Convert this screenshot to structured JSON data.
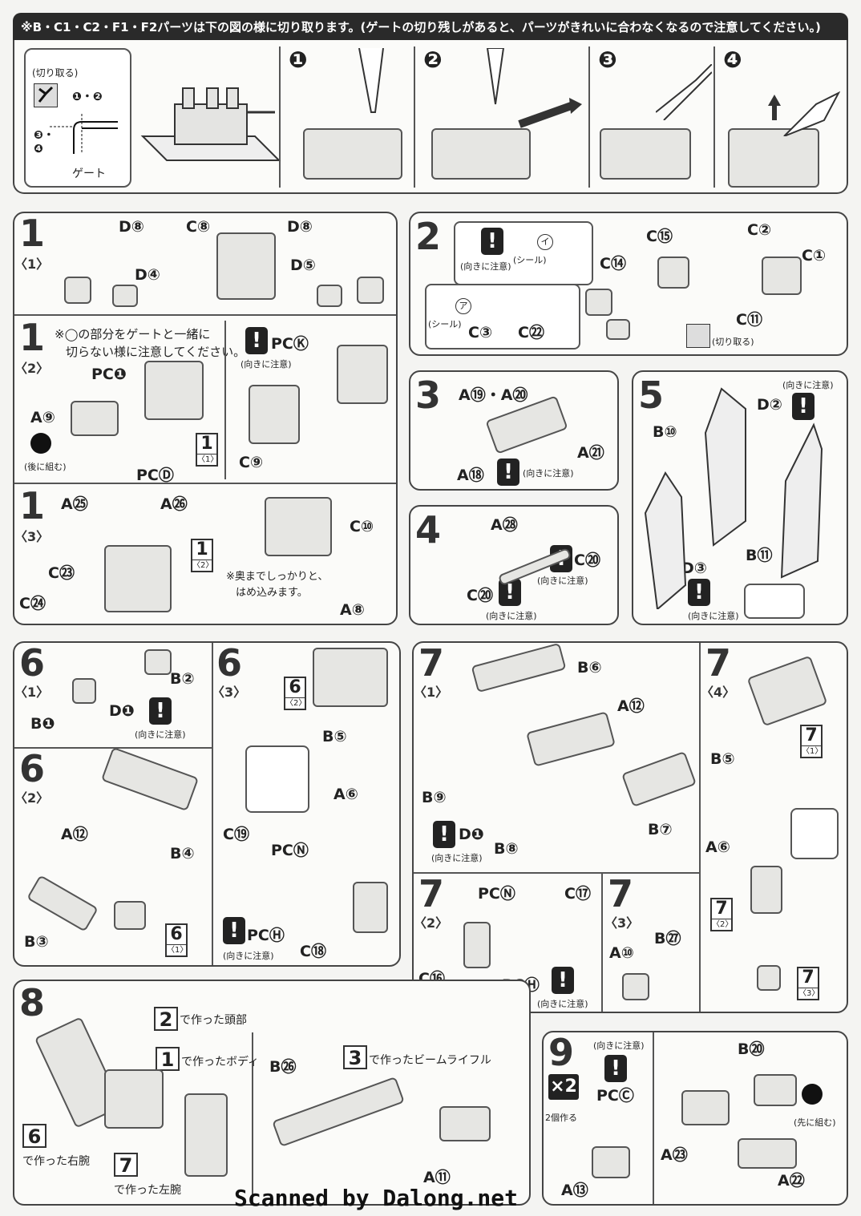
{
  "header": {
    "note": "※B・C1・C2・F1・F2パーツは下の図の様に切り取ります。(ゲートの切り残しがあると、パーツがきれいに合わなくなるので注意してください。)"
  },
  "cutting": {
    "cut_label": "(切り取る)",
    "steps12": "❶・❷",
    "steps34": "❸・❹",
    "gate_label": "ゲート",
    "panels": [
      "❶",
      "❷",
      "❸",
      "❹"
    ]
  },
  "common": {
    "caution": "(向きに注意)",
    "seal": "(シール)",
    "cut": "(切り取る)",
    "back": "(後に組む)",
    "first": "(先に組む)",
    "warn": "!"
  },
  "s1_1": {
    "num": "1",
    "sub": "〈1〉",
    "labels": [
      "D⑧",
      "D④",
      "C⑧",
      "D⑧",
      "D⑤"
    ]
  },
  "s1_2": {
    "num": "1",
    "sub": "〈2〉",
    "note1": "※◯の部分をゲートと一緒に",
    "note2": "切らない様に注意してください。",
    "labels": [
      "PC❶",
      "A⑨",
      "PCⒹ",
      "PCⓀ",
      "C⑨"
    ],
    "ref_num": "1",
    "ref_sub": "〈1〉"
  },
  "s1_3": {
    "num": "1",
    "sub": "〈3〉",
    "labels": [
      "A㉕",
      "A㉖",
      "C㉓",
      "C㉔",
      "C⑩",
      "A⑧"
    ],
    "note1": "※奥までしっかりと、",
    "note2": "はめ込みます。",
    "ref_num": "1",
    "ref_sub": "〈2〉"
  },
  "s2": {
    "num": "2",
    "labels": [
      "C⑮",
      "C②",
      "C①",
      "C⑭",
      "C⑪",
      "C③",
      "C㉒"
    ],
    "seal_i": "イ",
    "seal_a": "ア"
  },
  "s3": {
    "num": "3",
    "labels": [
      "A⑲・A⑳",
      "A㉑",
      "A⑱"
    ]
  },
  "s4": {
    "num": "4",
    "labels": [
      "A㉘",
      "C⑳",
      "C⑳"
    ]
  },
  "s5": {
    "num": "5",
    "labels": [
      "D②",
      "B⑩",
      "B⑪",
      "D③"
    ]
  },
  "s6_1": {
    "num": "6",
    "sub": "〈1〉",
    "labels": [
      "B②",
      "D❶",
      "B❶"
    ]
  },
  "s6_2": {
    "num": "6",
    "sub": "〈2〉",
    "labels": [
      "A⑫",
      "B④",
      "B③"
    ],
    "ref_num": "6",
    "ref_sub": "〈1〉"
  },
  "s6_3": {
    "num": "6",
    "sub": "〈3〉",
    "labels": [
      "B⑤",
      "A⑥",
      "C⑲",
      "PCⓃ",
      "PCⒽ",
      "C⑱"
    ],
    "ref_num": "6",
    "ref_sub": "〈2〉"
  },
  "s7_1": {
    "num": "7",
    "sub": "〈1〉",
    "labels": [
      "B⑥",
      "A⑫",
      "B⑨",
      "D❶",
      "B⑧",
      "B⑦"
    ]
  },
  "s7_2": {
    "num": "7",
    "sub": "〈2〉",
    "labels": [
      "PCⓃ",
      "C⑰",
      "C⑯",
      "PCⒽ"
    ]
  },
  "s7_3": {
    "num": "7",
    "sub": "〈3〉",
    "labels": [
      "B㉗",
      "A⑩"
    ]
  },
  "s7_4": {
    "num": "7",
    "sub": "〈4〉",
    "labels": [
      "B⑤",
      "A⑥"
    ],
    "refs": [
      {
        "num": "7",
        "sub": "〈1〉"
      },
      {
        "num": "7",
        "sub": "〈2〉"
      },
      {
        "num": "7",
        "sub": "〈3〉"
      }
    ]
  },
  "s8": {
    "num": "8",
    "head": "で作った頭部",
    "head_ref": "2",
    "body": "で作ったボディ",
    "body_ref": "1",
    "rifle": "で作ったビームライフル",
    "rifle_ref": "3",
    "right_arm": "で作った右腕",
    "right_ref": "6",
    "left_arm": "で作った左腕",
    "left_ref": "7",
    "labels": [
      "B㉖",
      "A⑪"
    ]
  },
  "s9": {
    "num": "9",
    "x2": "×2",
    "make2": "2個作る",
    "labels": [
      "PCⒸ",
      "B⑳",
      "A㉓",
      "A⑬",
      "A㉒"
    ]
  },
  "footer": "Scanned by Dalong.net"
}
